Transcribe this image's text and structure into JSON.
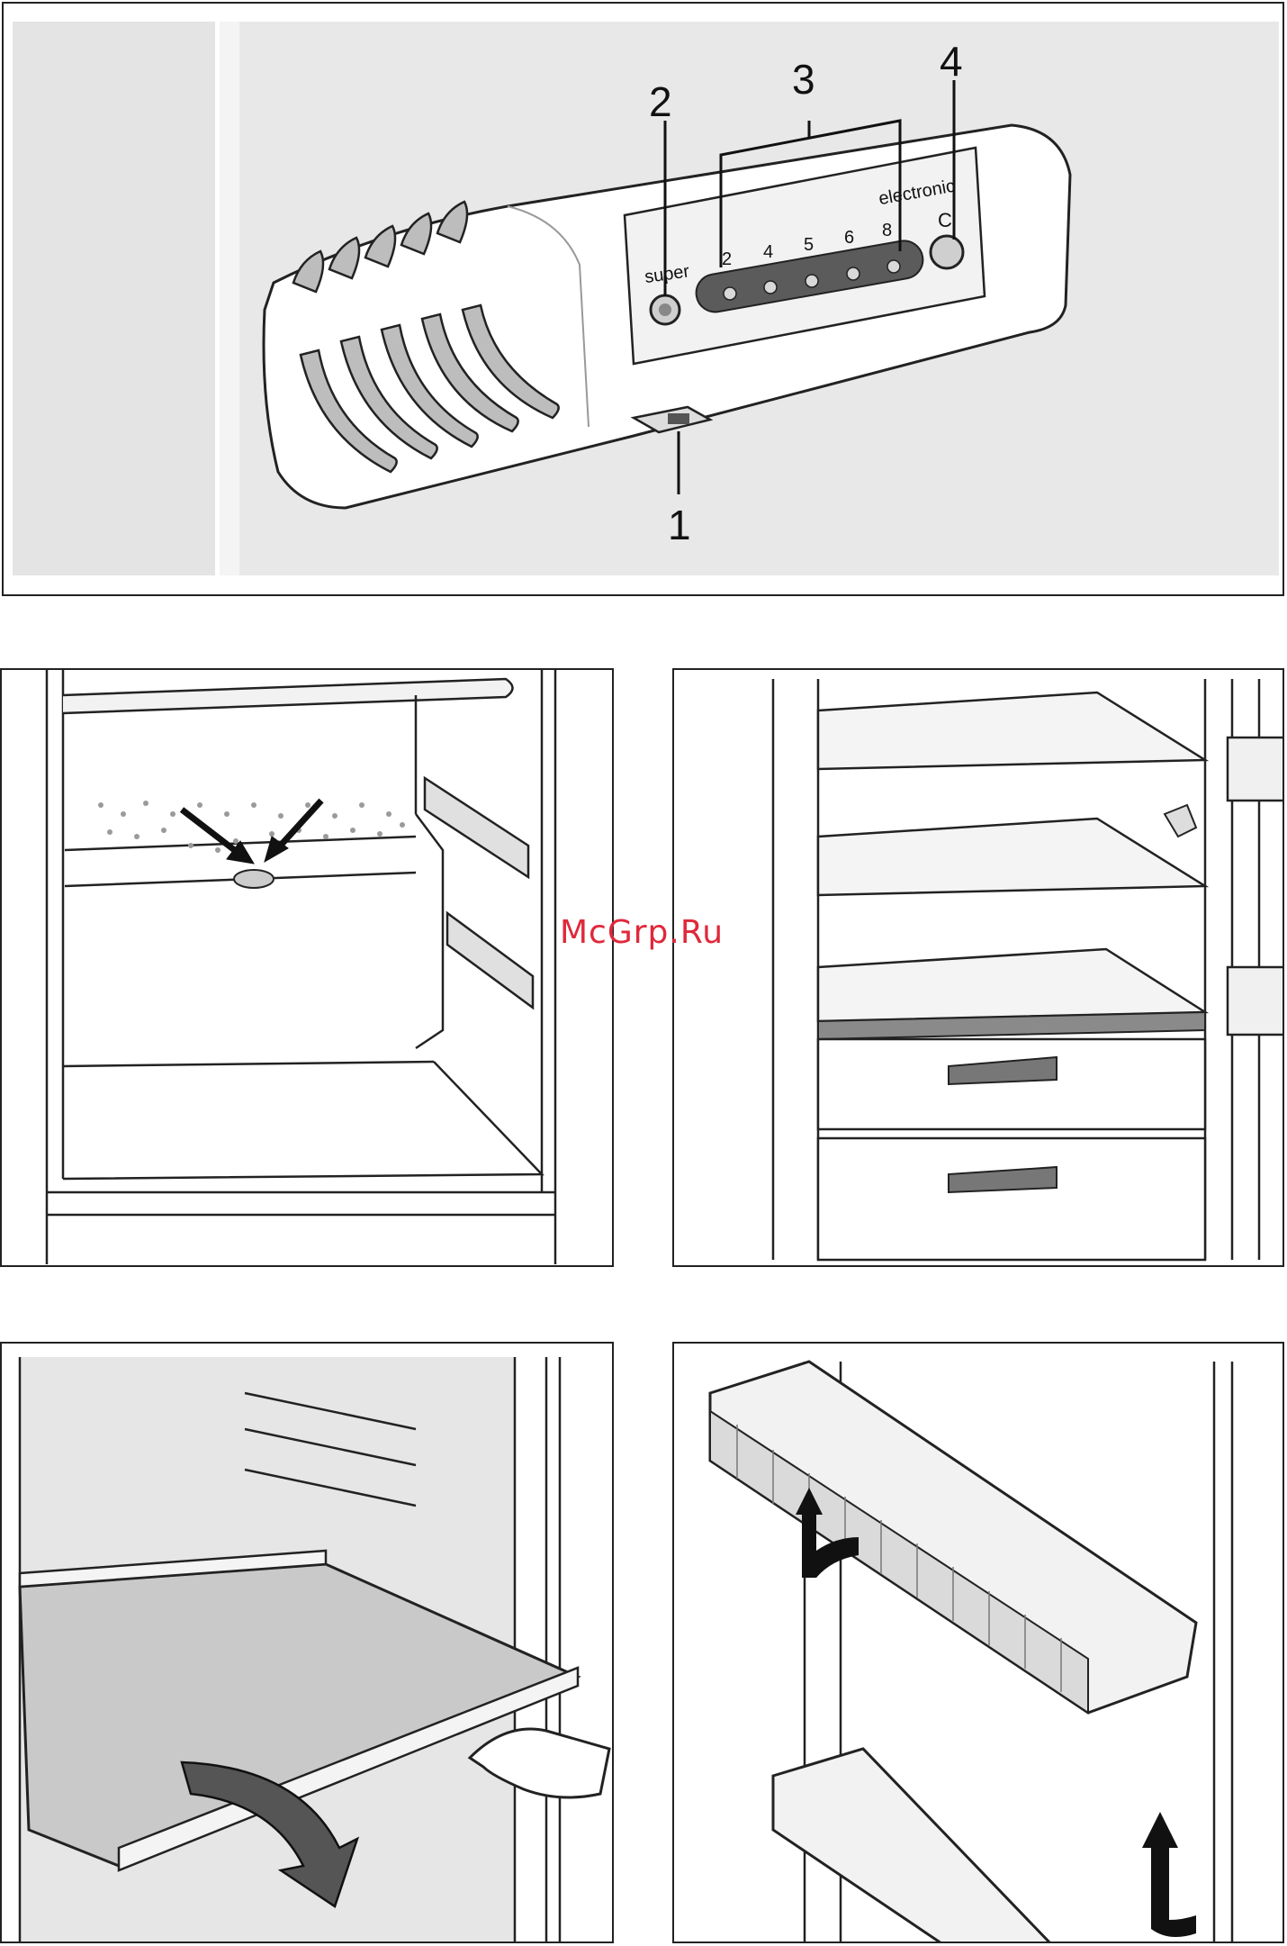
{
  "panel1": {
    "callouts": [
      "2",
      "3",
      "4",
      "1"
    ],
    "button_super_label": "super",
    "brand_label": "electronic",
    "scale_marks": [
      "2",
      "4",
      "5",
      "6",
      "8"
    ],
    "button_c_label": "C"
  },
  "watermark": "McGrp.Ru",
  "icons": {
    "drip_arrows": "drain-arrows-icon",
    "pull_arrow": "pull-out-arrow-icon",
    "lift_arrow": "lift-up-arrow-icon"
  },
  "colors": {
    "panel_gray": "#e8e8e8",
    "line": "#222222",
    "watermark": "#e0283a"
  }
}
